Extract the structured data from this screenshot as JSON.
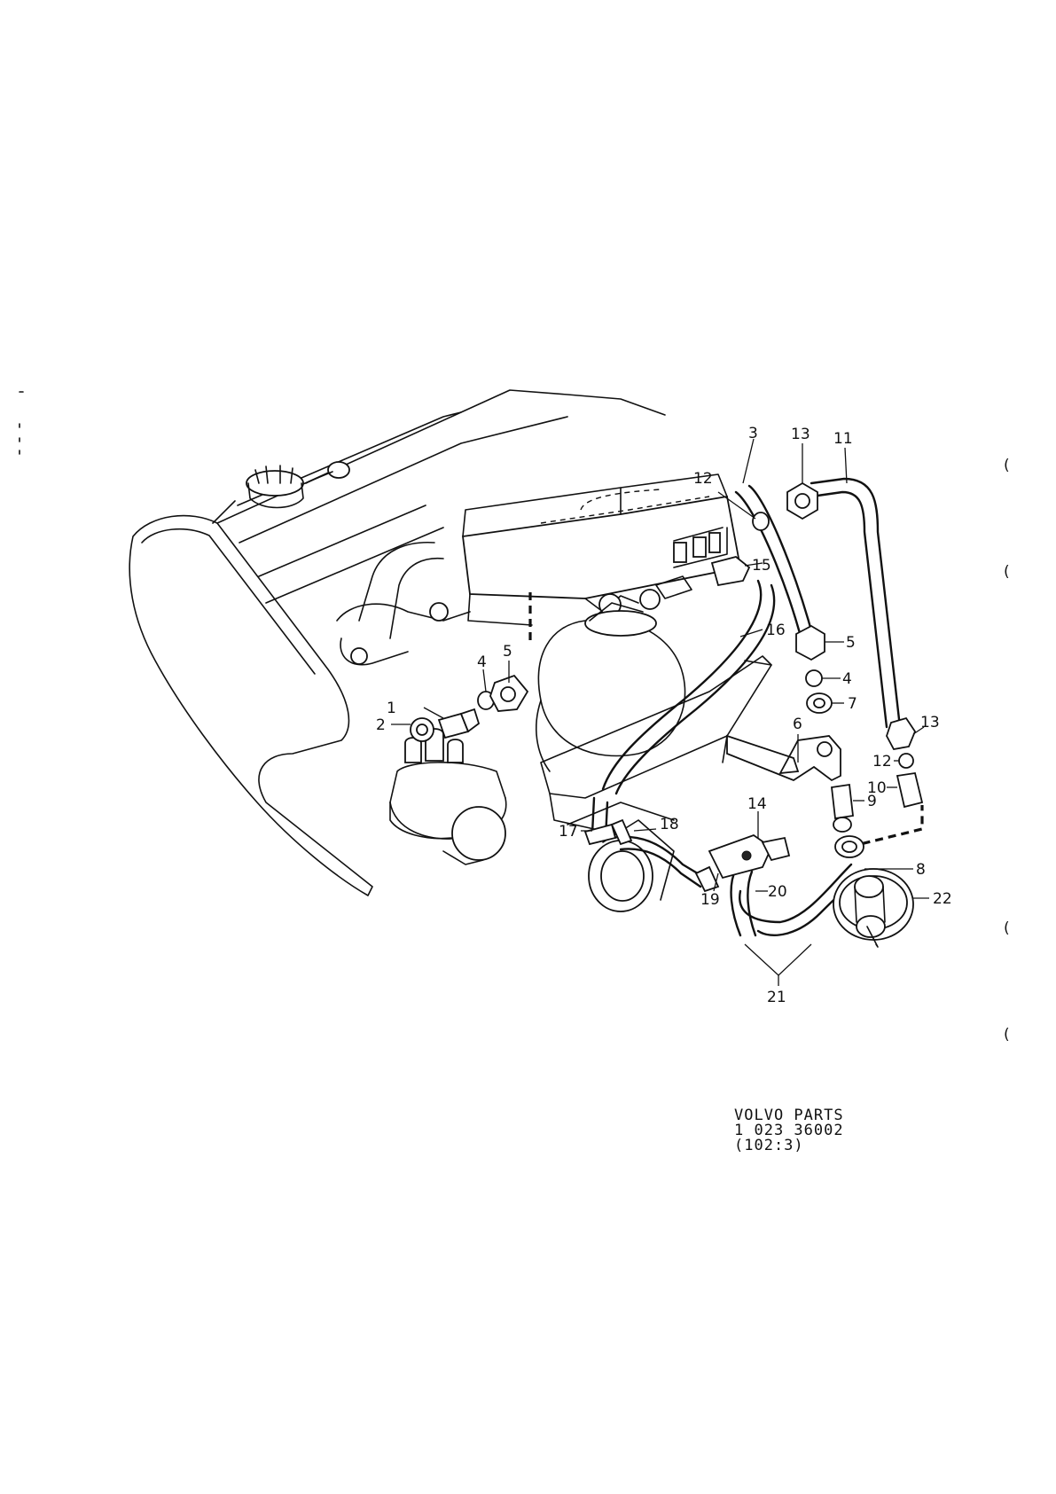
{
  "callouts": {
    "c1": "1",
    "c2": "2",
    "c3": "3",
    "c4a": "4",
    "c4b": "4",
    "c5a": "5",
    "c5b": "5",
    "c6": "6",
    "c7": "7",
    "c8": "8",
    "c9": "9",
    "c10": "10",
    "c11": "11",
    "c12a": "12",
    "c12b": "12",
    "c13a": "13",
    "c13b": "13",
    "c14": "14",
    "c15": "15",
    "c16": "16",
    "c17": "17",
    "c18": "18",
    "c19": "19",
    "c20": "20",
    "c21": "21",
    "c22": "22"
  },
  "caption": {
    "brand": "VOLVO PARTS",
    "number": "1 023 36002",
    "ref": "(102:3)"
  },
  "margin_marks": [
    "(",
    "(",
    "(",
    "("
  ]
}
